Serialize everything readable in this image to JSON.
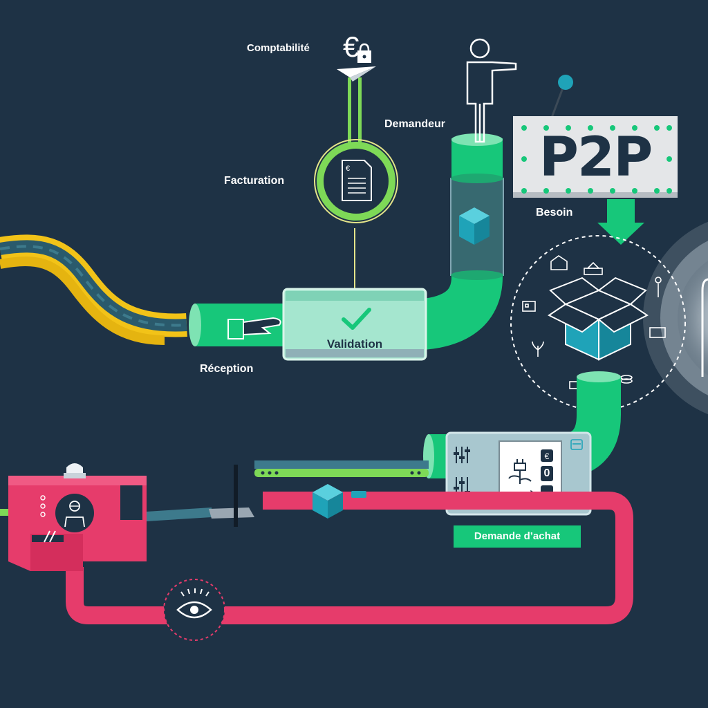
{
  "labels": {
    "comptabilite": "Comptabilité",
    "demandeur": "Demandeur",
    "facturation": "Facturation",
    "besoin": "Besoin",
    "reception": "Réception",
    "validation": "Validation",
    "demande_achat": "Demande d’achat"
  },
  "sign": {
    "text": "P2P"
  },
  "counter": {
    "value": "0"
  },
  "icons": [
    "euro-icon",
    "lock-icon",
    "paper-plane-icon",
    "person-icon",
    "invoice-icon",
    "cube-icon",
    "checkmark-icon",
    "hand-icon",
    "eye-icon",
    "plug-plant-icon",
    "basket-icon",
    "cursor-icon",
    "truck-icon",
    "plant-icon",
    "house-icon",
    "factory-icon",
    "siren-light-icon",
    "operator-icon",
    "open-box-icon",
    "arrow-down-icon"
  ],
  "colors": {
    "background": "#1e3245",
    "green": "#17c77a",
    "lime": "#7ed957",
    "pink": "#e63c6b",
    "yellow": "#f2c318",
    "teal": "#1fa3b8",
    "validation_box": "#a5e6cf"
  }
}
